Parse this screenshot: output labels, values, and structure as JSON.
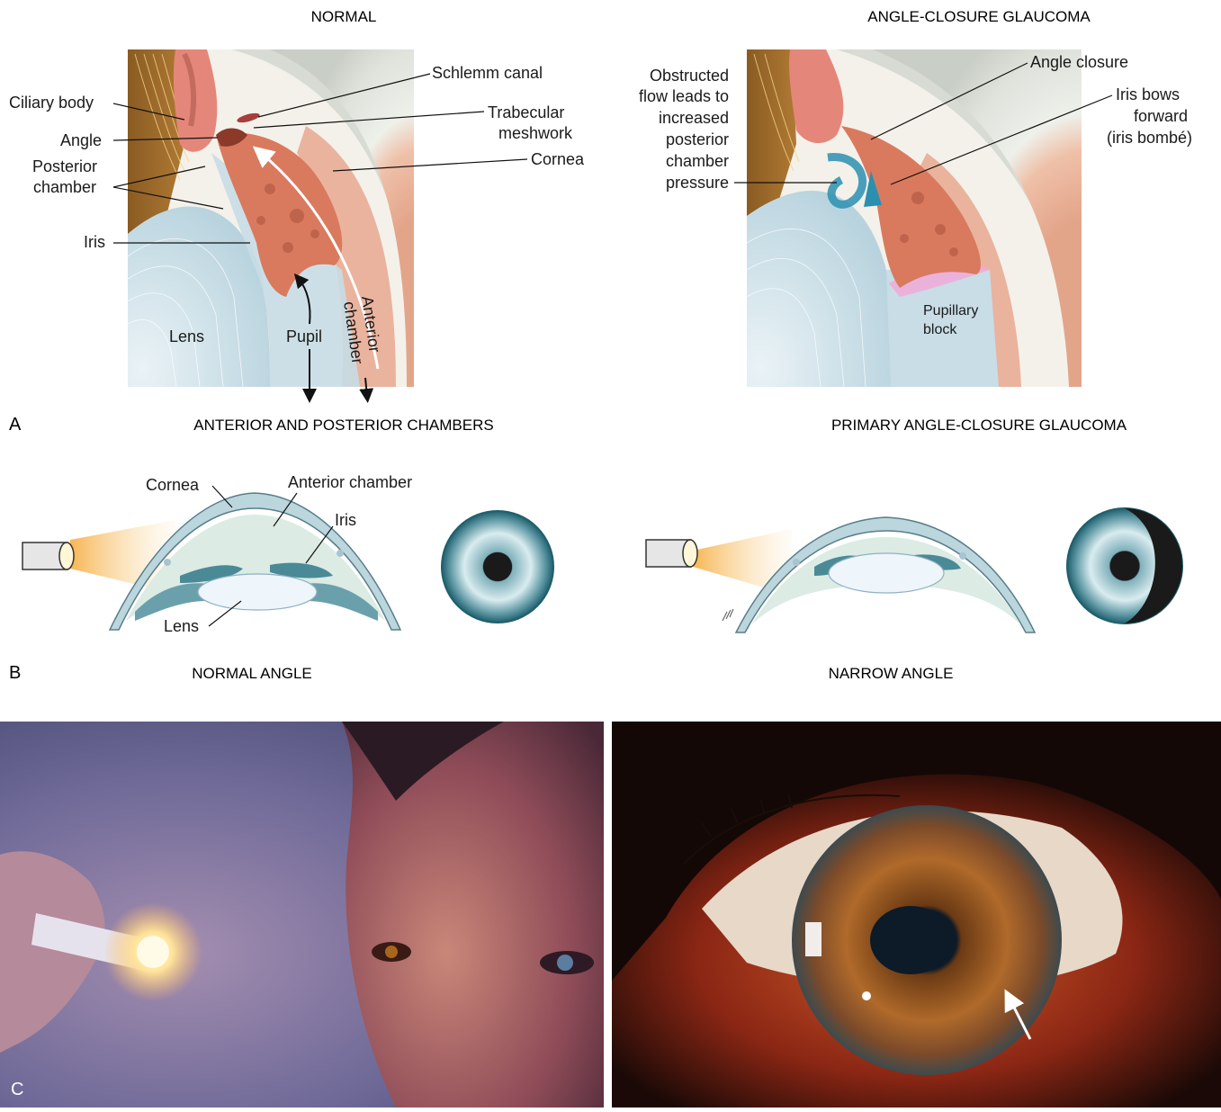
{
  "panel_a": {
    "left_title": "NORMAL",
    "right_title": "ANGLE-CLOSURE GLAUCOMA",
    "panel_letter": "A",
    "left_labels": {
      "schlemm": "Schlemm canal",
      "ciliary": "Ciliary body",
      "trabecular_1": "Trabecular",
      "trabecular_2": "meshwork",
      "angle": "Angle",
      "posterior_1": "Posterior",
      "posterior_2": "chamber",
      "cornea": "Cornea",
      "iris": "Iris",
      "lens": "Lens",
      "pupil": "Pupil",
      "anterior_1": "Anterior",
      "anterior_2": "chamber"
    },
    "right_labels": {
      "obstructed": [
        "Obstructed",
        "flow leads to",
        "increased",
        "posterior",
        "chamber",
        "pressure"
      ],
      "angle_closure": "Angle closure",
      "iris_bows": [
        "Iris bows",
        "forward",
        "(iris bombé)"
      ],
      "pupillary_1": "Pupillary",
      "pupillary_2": "block"
    }
  },
  "panel_b": {
    "left_title": "ANTERIOR AND POSTERIOR CHAMBERS",
    "right_title": "PRIMARY ANGLE-CLOSURE GLAUCOMA",
    "panel_letter": "B",
    "labels": {
      "cornea": "Cornea",
      "anterior_chamber": "Anterior chamber",
      "iris": "Iris",
      "lens": "Lens"
    },
    "left_caption": "NORMAL ANGLE",
    "right_caption": "NARROW ANGLE"
  },
  "panel_c": {
    "panel_letter": "C"
  },
  "colors": {
    "iris_tissue": "#d97a5e",
    "cornea": "#e9ece6",
    "lens": "#cfe3ea",
    "ciliary": "#a06a2c",
    "schematic_iris": "#4a8a96",
    "flow_arrow": "#2b8fb0"
  }
}
